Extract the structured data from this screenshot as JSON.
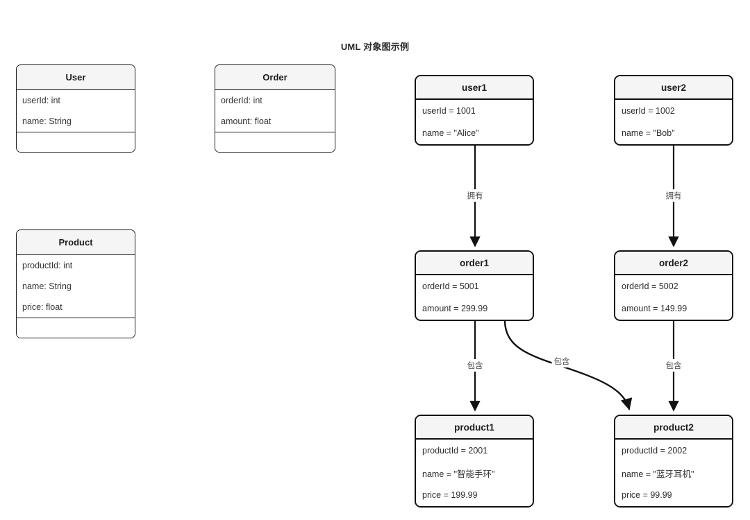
{
  "title": "UML 对象图示例",
  "colors": {
    "background": "#ffffff",
    "node_fill": "#ffffff",
    "header_fill": "#f5f5f5",
    "stroke": "#1a1a1a",
    "object_stroke": "#111111",
    "text": "#333333",
    "label_text": "#4a4a4a"
  },
  "classes": [
    {
      "id": "class-user",
      "name": "User",
      "attributes": [
        "userId: int",
        "name: String"
      ],
      "operations": []
    },
    {
      "id": "class-order",
      "name": "Order",
      "attributes": [
        "orderId: int",
        "amount: float"
      ],
      "operations": []
    },
    {
      "id": "class-product",
      "name": "Product",
      "attributes": [
        "productId: int",
        "name: String",
        "price: float"
      ],
      "operations": []
    }
  ],
  "objects": [
    {
      "id": "object-user1",
      "name": "user1",
      "slots": [
        "userId = 1001",
        "name = \"Alice\""
      ]
    },
    {
      "id": "object-user2",
      "name": "user2",
      "slots": [
        "userId = 1002",
        "name = \"Bob\""
      ]
    },
    {
      "id": "object-order1",
      "name": "order1",
      "slots": [
        "orderId = 5001",
        "amount = 299.99"
      ]
    },
    {
      "id": "object-order2",
      "name": "order2",
      "slots": [
        "orderId = 5002",
        "amount = 149.99"
      ]
    },
    {
      "id": "object-product1",
      "name": "product1",
      "slots": [
        "productId = 2001",
        "name = \"智能手环\"",
        "price = 199.99"
      ]
    },
    {
      "id": "object-product2",
      "name": "product2",
      "slots": [
        "productId = 2002",
        "name = \"蓝牙耳机\"",
        "price = 99.99"
      ]
    }
  ],
  "links": [
    {
      "id": "link-user1-order1",
      "from": "user1",
      "to": "order1",
      "label": "拥有"
    },
    {
      "id": "link-user2-order2",
      "from": "user2",
      "to": "order2",
      "label": "拥有"
    },
    {
      "id": "link-order1-product1",
      "from": "order1",
      "to": "product1",
      "label": "包含"
    },
    {
      "id": "link-order1-product2",
      "from": "order1",
      "to": "product2",
      "label": "包含"
    },
    {
      "id": "link-order2-product2",
      "from": "order2",
      "to": "product2",
      "label": "包含"
    }
  ]
}
